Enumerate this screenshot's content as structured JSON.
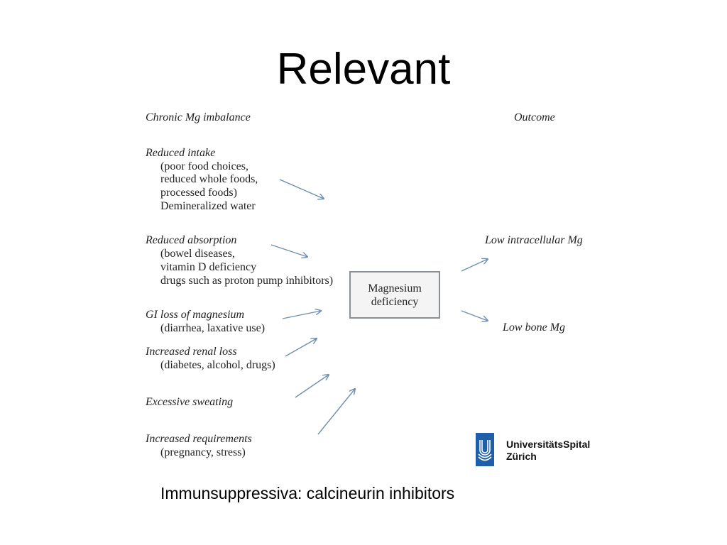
{
  "slide": {
    "title": "Relevant",
    "caption": "Immunsuppressiva: calcineurin inhibitors"
  },
  "diagram": {
    "left_heading": "Chronic Mg imbalance",
    "right_heading": "Outcome",
    "causes": [
      {
        "heading": "Reduced intake",
        "details": [
          "(poor food choices,",
          "reduced whole foods,",
          "processed foods)",
          "Demineralized water"
        ]
      },
      {
        "heading": "Reduced absorption",
        "details": [
          "(bowel diseases,",
          "vitamin D deficiency",
          "drugs such as proton pump inhibitors)"
        ]
      },
      {
        "heading": "GI loss of magnesium",
        "details": [
          "(diarrhea, laxative use)"
        ]
      },
      {
        "heading": "Increased renal loss",
        "details": [
          "(diabetes, alcohol, drugs)"
        ]
      },
      {
        "heading": "Excessive sweating",
        "details": []
      },
      {
        "heading": "Increased requirements",
        "details": [
          "(pregnancy, stress)"
        ]
      }
    ],
    "center": [
      "Magnesium",
      "deficiency"
    ],
    "outcomes": [
      "Low intracellular Mg",
      "Low bone Mg"
    ],
    "arrow_color": "#6f8fae"
  },
  "logo": {
    "line1": "UniversitätsSpital",
    "line2": "Zürich",
    "color": "#1f5fa9"
  }
}
